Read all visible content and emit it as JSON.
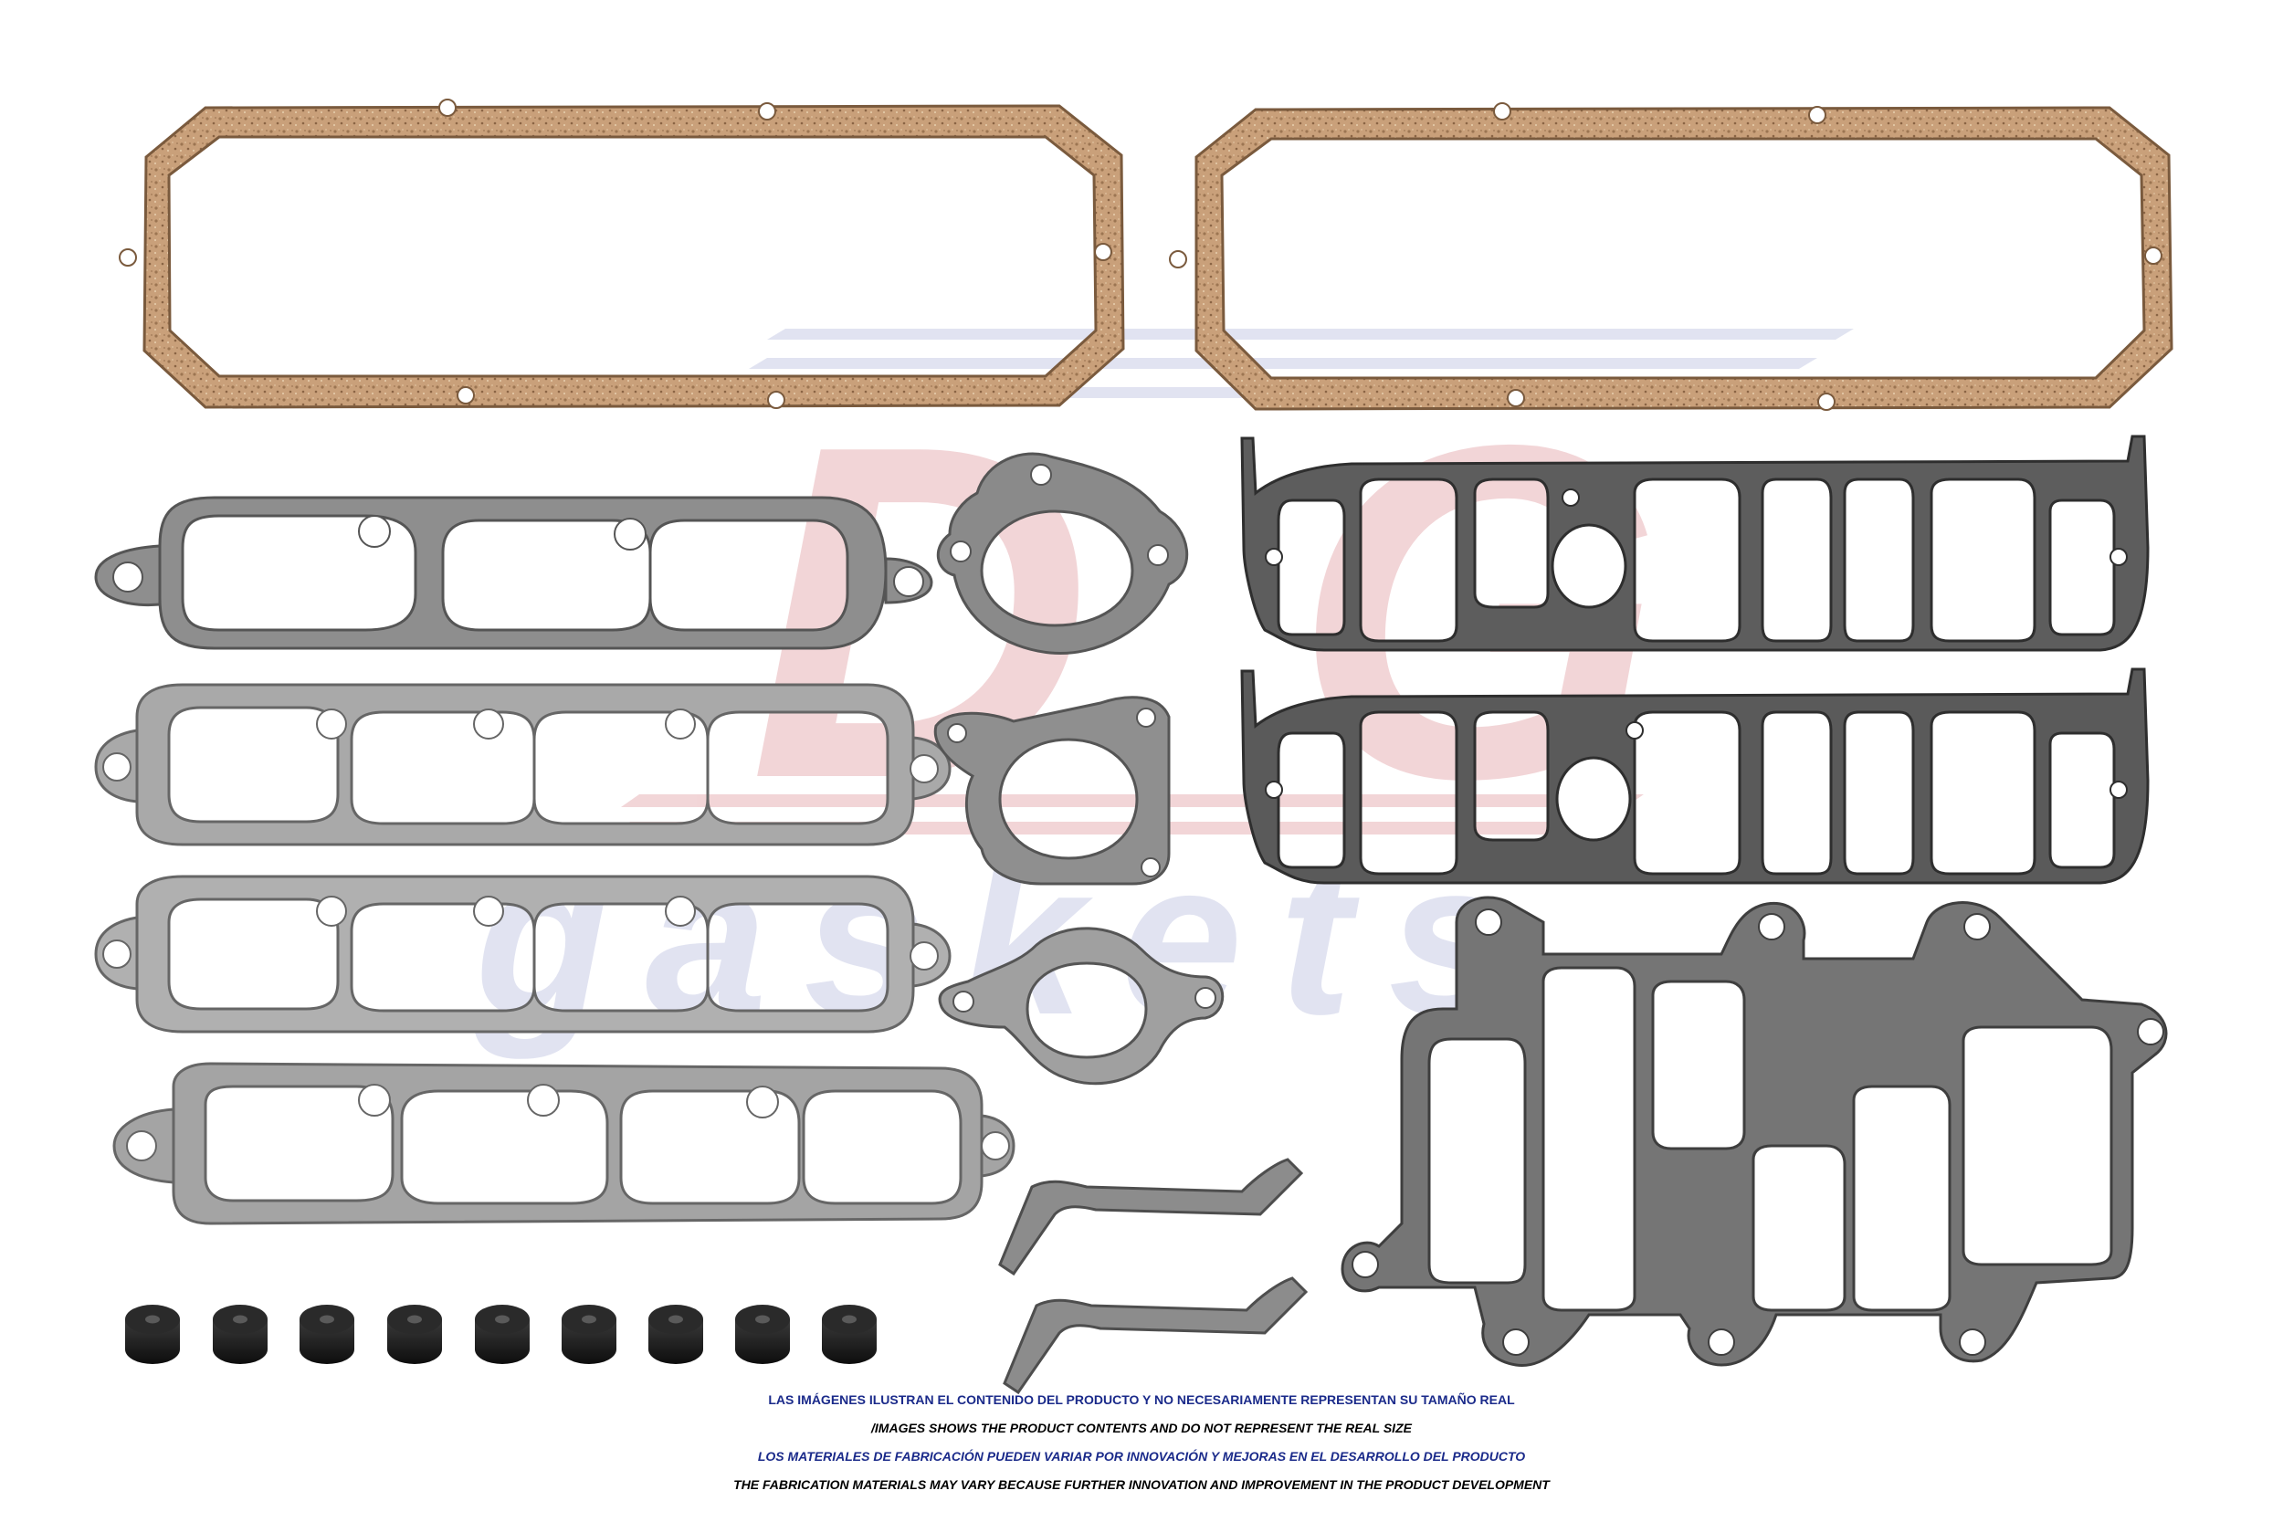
{
  "watermark": {
    "brand_letters": "DG",
    "brand_word": "gaskets"
  },
  "colors": {
    "cork": "#c9a07a",
    "gray_dark": "#5d5d5d",
    "gray_mid": "#8e8e8e",
    "gray_light": "#a9a9a9",
    "rubber": "#1b1b1b",
    "disclaimer_blue": "#1a2a8a",
    "watermark_red": "#e8b4b8",
    "watermark_blue": "#c9cde6"
  },
  "parts": {
    "valve_cover_gaskets": 2,
    "exhaust_manifold_gaskets": 4,
    "thermostat_gaskets": 3,
    "intake_manifold_gaskets": 2,
    "plenum_gasket": 1,
    "small_strip_gaskets": 2,
    "rubber_grommets": 9
  },
  "disclaimer": {
    "line1": "LAS IMÁGENES ILUSTRAN EL CONTENIDO DEL PRODUCTO Y NO NECESARIAMENTE REPRESENTAN SU TAMAÑO REAL",
    "line2": "/IMAGES SHOWS THE PRODUCT CONTENTS AND DO NOT REPRESENT THE REAL SIZE",
    "line3": "LOS MATERIALES DE FABRICACIÓN PUEDEN VARIAR POR INNOVACIÓN Y MEJORAS EN EL DESARROLLO DEL PRODUCTO",
    "line4": "THE FABRICATION MATERIALS MAY VARY BECAUSE FURTHER INNOVATION AND IMPROVEMENT IN THE PRODUCT DEVELOPMENT"
  }
}
